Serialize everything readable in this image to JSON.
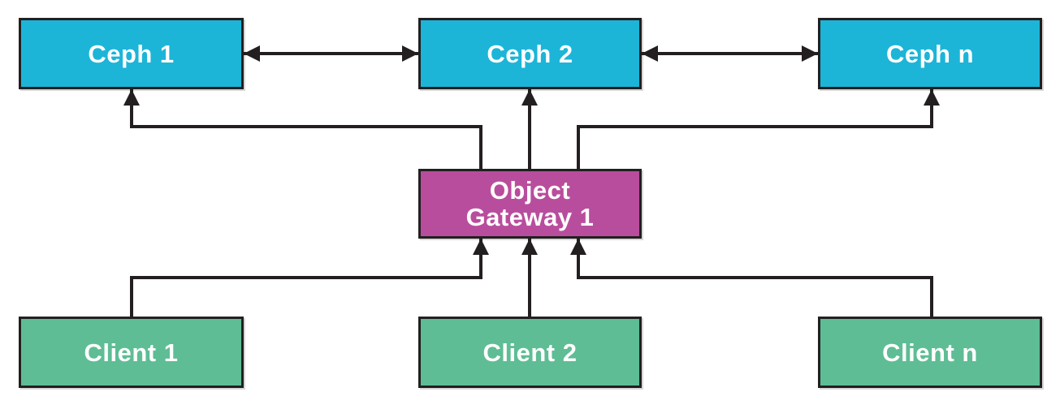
{
  "nodes": {
    "ceph1": {
      "label": "Ceph 1"
    },
    "ceph2": {
      "label": "Ceph 2"
    },
    "cephn": {
      "label": "Ceph n"
    },
    "gateway": {
      "label_line1": "Object",
      "label_line2": "Gateway 1"
    },
    "client1": {
      "label": "Client 1"
    },
    "client2": {
      "label": "Client 2"
    },
    "clientn": {
      "label": "Client n"
    }
  },
  "edges": [
    {
      "from": "ceph1",
      "to": "ceph2",
      "style": "bidirectional-arrow"
    },
    {
      "from": "ceph2",
      "to": "cephn",
      "style": "bidirectional-arrow"
    },
    {
      "from": "gateway",
      "to": "ceph1",
      "style": "arrow"
    },
    {
      "from": "gateway",
      "to": "ceph2",
      "style": "arrow"
    },
    {
      "from": "gateway",
      "to": "cephn",
      "style": "arrow"
    },
    {
      "from": "client1",
      "to": "gateway",
      "style": "arrow"
    },
    {
      "from": "client2",
      "to": "gateway",
      "style": "arrow"
    },
    {
      "from": "clientn",
      "to": "gateway",
      "style": "arrow"
    }
  ],
  "colors": {
    "ceph": "#1cb5d8",
    "gateway": "#b94d9d",
    "client": "#5ebd94",
    "line": "#231f20",
    "text": "#ffffff",
    "bg": "#ffffff"
  }
}
